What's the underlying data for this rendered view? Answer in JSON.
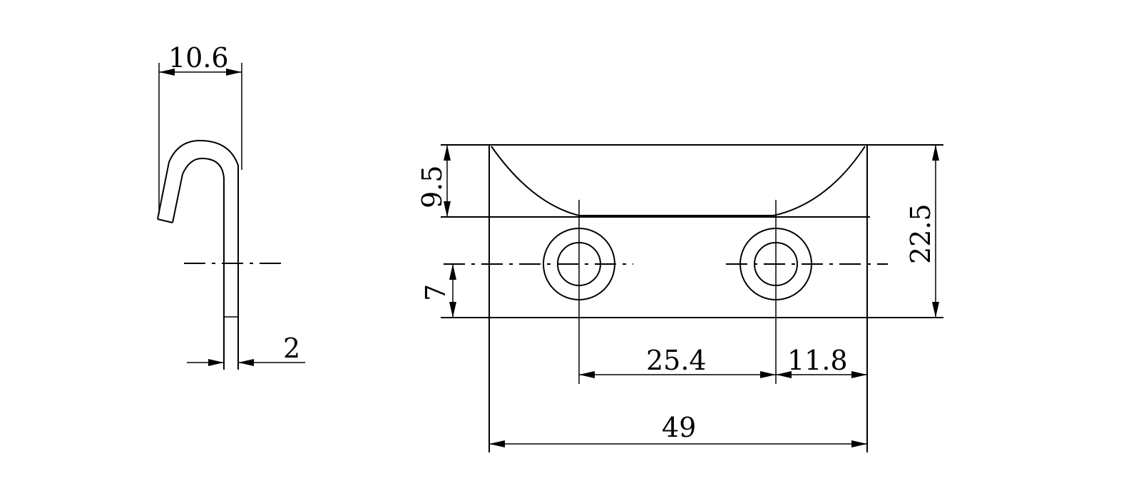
{
  "dimensions": {
    "hook_width": "10.6",
    "wire_thickness": "2",
    "top_depth": "9.5",
    "hole_offset": "7",
    "total_height": "22.5",
    "hole_spacing": "25.4",
    "edge_to_hole": "11.8",
    "total_length": "49"
  },
  "colors": {
    "line": "#000000",
    "background": "#ffffff"
  }
}
